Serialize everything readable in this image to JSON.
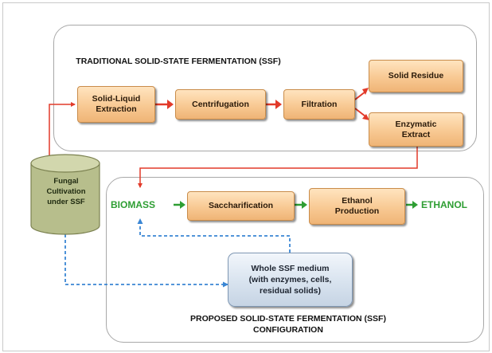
{
  "title_top": "TRADITIONAL SOLID-STATE FERMENTATION (SSF)",
  "title_bottom_line1": "PROPOSED SOLID-STATE FERMENTATION (SSF)",
  "title_bottom_line2": "CONFIGURATION",
  "nodes": {
    "extraction_line1": "Solid-Liquid",
    "extraction_line2": "Extraction",
    "centrifugation": "Centrifugation",
    "filtration": "Filtration",
    "solid_residue": "Solid Residue",
    "enzymatic_line1": "Enzymatic",
    "enzymatic_line2": "Extract",
    "fungal_line1": "Fungal",
    "fungal_line2": "Cultivation",
    "fungal_line3": "under SSF",
    "biomass": "BIOMASS",
    "saccharification": "Saccharification",
    "ethanol_prod_line1": "Ethanol",
    "ethanol_prod_line2": "Production",
    "ethanol": "ETHANOL",
    "whole_line1": "Whole SSF medium",
    "whole_line2": "(with enzymes, cells,",
    "whole_line3": "residual solids)"
  },
  "colors": {
    "orange_box": "#f8c993",
    "blue_box": "#d8e3ef",
    "red_arrow": "#e23a2a",
    "green_arrow": "#2e9e33",
    "blue_dashed": "#3a86d4",
    "cylinder": "#b7be8c"
  }
}
